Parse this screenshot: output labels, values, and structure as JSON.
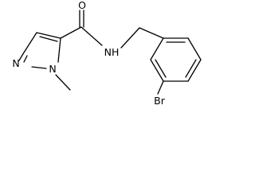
{
  "molecule": {
    "atoms": {
      "oxygen": "O",
      "amide_nitrogen": "NH",
      "ring_nitrogen_1": "N",
      "ring_nitrogen_2": "N",
      "bromine": "Br"
    }
  }
}
